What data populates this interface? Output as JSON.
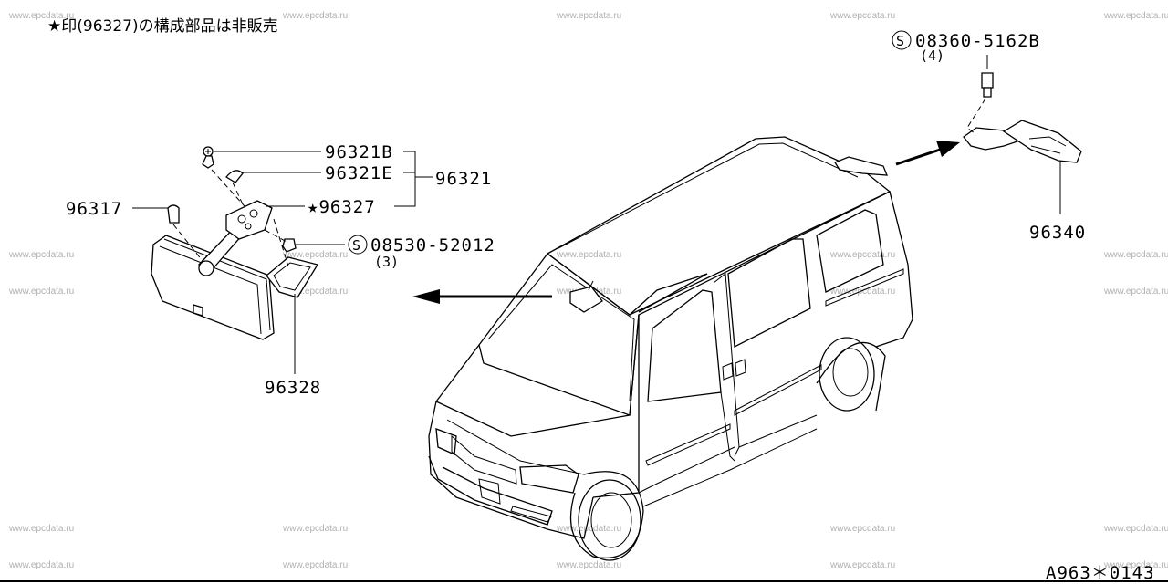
{
  "header_note": "★印(96327)の構成部品は非販売",
  "watermark": "www.epcdata.ru",
  "labels": {
    "p96321b": "96321B",
    "p96321e": "96321E",
    "p96321": "96321",
    "p96327": "★96327",
    "p96317": "96317",
    "p08530": "08530-52012",
    "p08530_qty": "(3)",
    "p96328": "96328",
    "p08360": "08360-5162B",
    "p08360_qty": "(4)",
    "p96340": "96340"
  },
  "screw_symbol": "S",
  "diagram_code": "A963＊0143"
}
